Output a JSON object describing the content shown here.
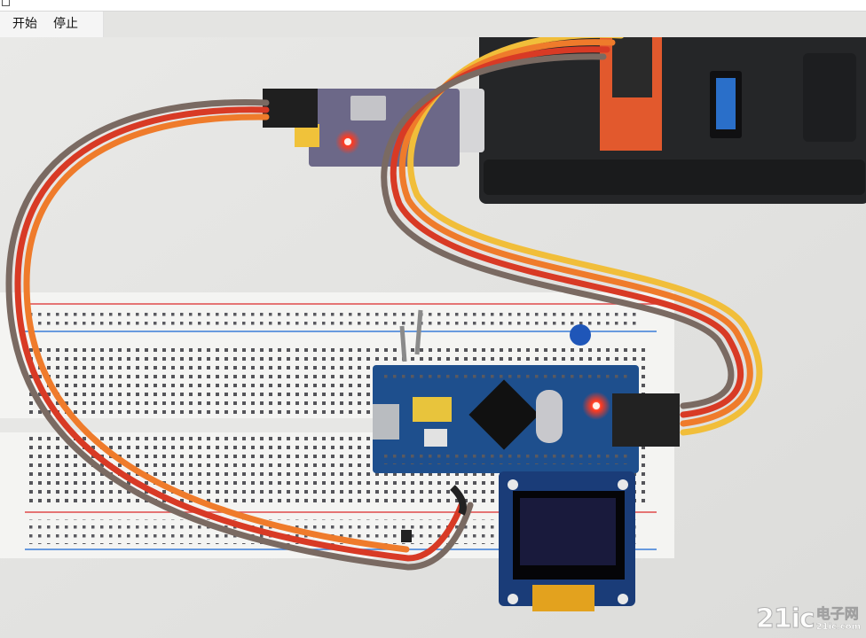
{
  "menu": {
    "start_label": "开始",
    "stop_label": "停止"
  },
  "watermark": {
    "logo_text": "21ic",
    "site_name": "电子网",
    "url_text": "21ic.com"
  },
  "scene": {
    "description_colors": {
      "wire_red": "#d83a25",
      "wire_orange": "#ef7b2b",
      "wire_yellow": "#f1be3a",
      "wire_brown": "#7a6a62",
      "pcb_blue": "#1e4f8d",
      "led_red": "#ff2a10"
    }
  }
}
